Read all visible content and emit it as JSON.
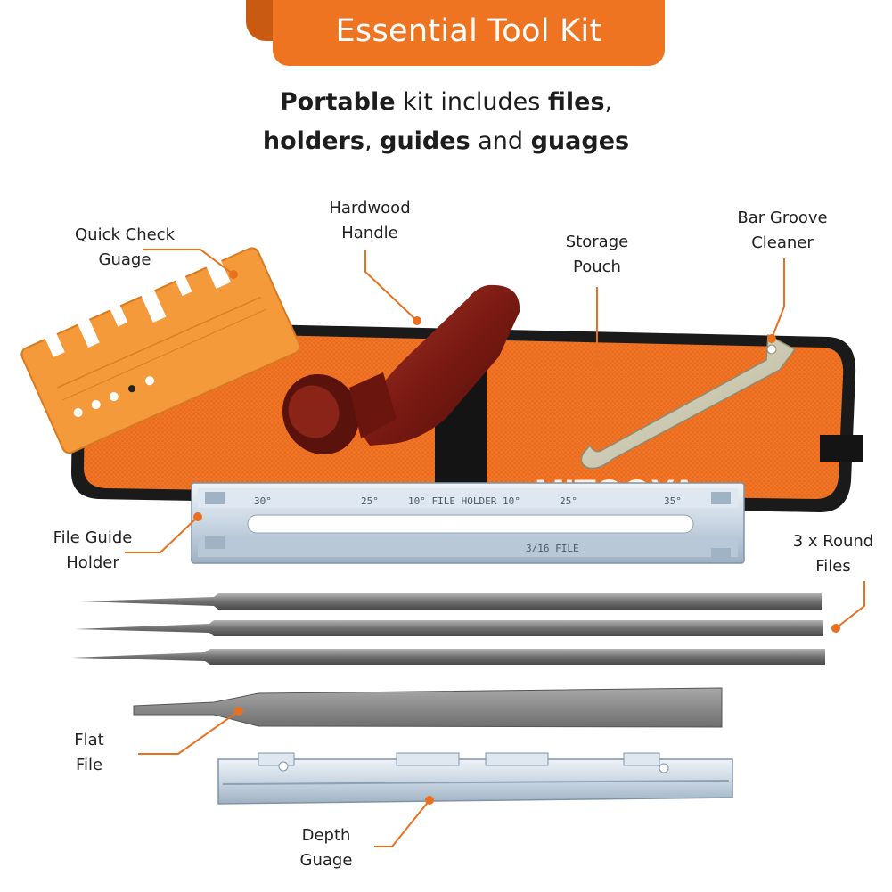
{
  "banner": {
    "title": "Essential Tool Kit"
  },
  "subtitle": {
    "line1": [
      {
        "text": "Portable",
        "bold": true
      },
      {
        "text": " kit includes ",
        "bold": false
      },
      {
        "text": "files",
        "bold": true
      },
      {
        "text": ",",
        "bold": false
      }
    ],
    "line2": [
      {
        "text": "holders",
        "bold": true
      },
      {
        "text": ", ",
        "bold": false
      },
      {
        "text": "guides",
        "bold": true
      },
      {
        "text": " and ",
        "bold": false
      },
      {
        "text": "guages",
        "bold": true
      }
    ]
  },
  "labels": {
    "quick_check": [
      "Quick Check",
      "Guage"
    ],
    "handle": [
      "Hardwood",
      "Handle"
    ],
    "pouch": [
      "Storage",
      "Pouch"
    ],
    "bar_groove": [
      "Bar Groove",
      "Cleaner"
    ],
    "file_guide": [
      "File Guide",
      "Holder"
    ],
    "round_files": [
      "3 x Round",
      "Files"
    ],
    "flat_file": [
      "Flat",
      "File"
    ],
    "depth": [
      "Depth",
      "Guage"
    ]
  },
  "imprints": {
    "pouch_brand": "MITOOYA",
    "holder_top": [
      "30°",
      "25°",
      "10° FILE HOLDER 10°",
      "25°",
      "35°"
    ],
    "holder_bottom": "3/16 FILE"
  },
  "colors": {
    "accent": "#ef7422",
    "pouch": "#ec6a1c",
    "leader": "#e8701e",
    "handle": "#7a1a12",
    "metal": "#c9d6e2",
    "file": "#7c7c7c"
  }
}
